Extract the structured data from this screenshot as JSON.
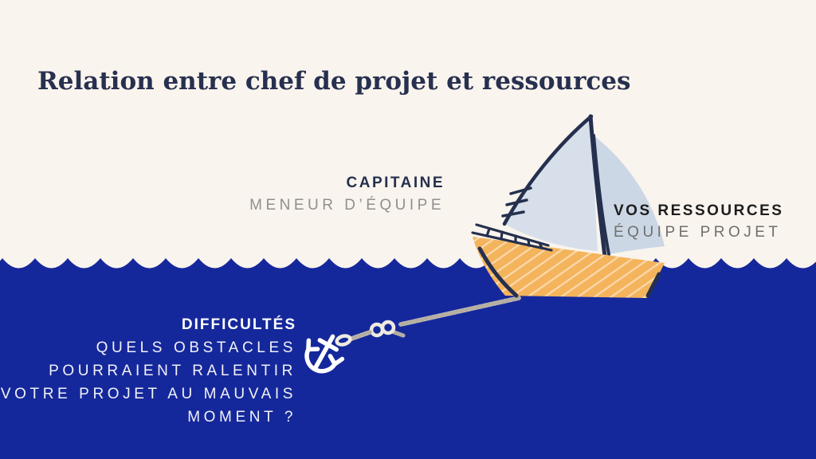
{
  "slide": {
    "title": "Relation entre chef de projet et ressources"
  },
  "labels": {
    "captain": {
      "title": "CAPITAINE",
      "subtitle": "MENEUR D’ÉQUIPE"
    },
    "resources": {
      "title": "VOS RESSOURCES",
      "subtitle": "ÉQUIPE PROJET"
    },
    "difficulties": {
      "title": "DIFFICULTÉS",
      "lines": [
        "QUELS OBSTACLES",
        "POURRAIENT RALENTIR",
        "VOTRE PROJET AU MAUVAIS",
        "MOMENT ?"
      ]
    }
  },
  "illustration": {
    "sea": "ocean-wave-band",
    "boat": "sailboat-with-orange-hull",
    "anchor": "white-anchor",
    "rope": "rope-with-knot-tied-to-boat"
  },
  "colors": {
    "background": "#FAF4EE",
    "sea_blue": "#15289B",
    "navy_outline": "#25304E",
    "title_navy": "#27304F",
    "hull_orange": "#F4B45C",
    "sail_light": "#D7E0EA",
    "sail_shade": "#CBD7E4",
    "gray_text": "#8F8F8F",
    "dark_text": "#1D1D1D",
    "white_text": "#FFFFFF",
    "rope_beige": "#E8E3D9"
  }
}
